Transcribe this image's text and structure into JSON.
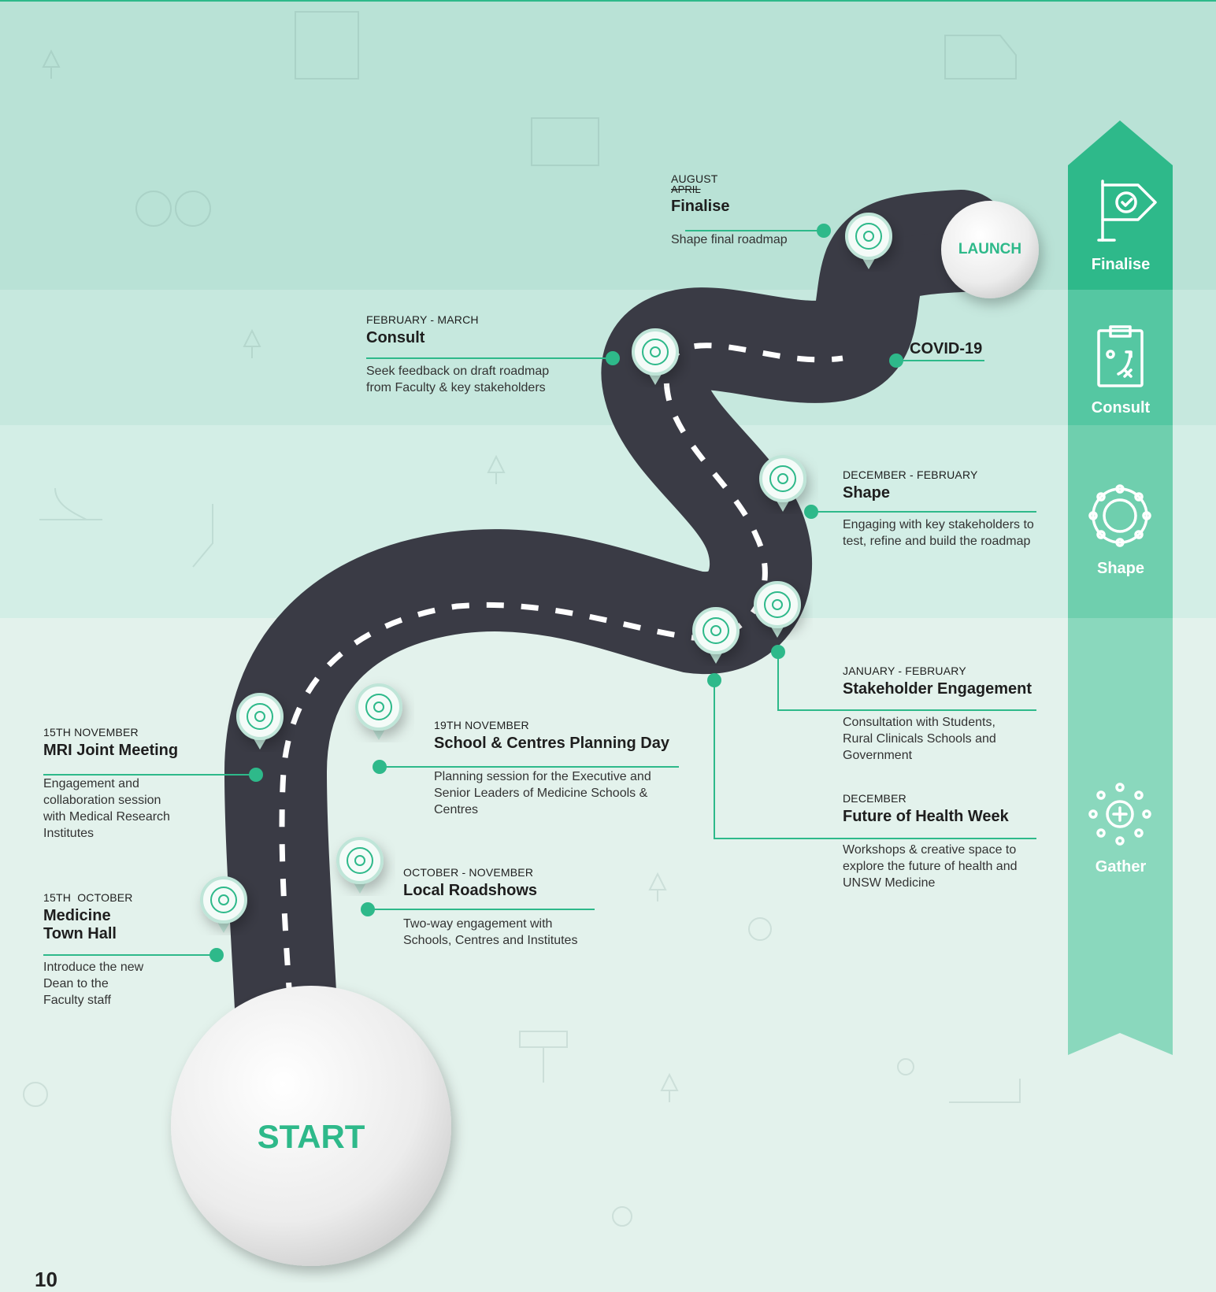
{
  "colors": {
    "accent": "#2eb98a",
    "road": "#3a3b45",
    "band_dark": "#b9e2d6",
    "band_light": "#e3f2ec"
  },
  "start_label": "START",
  "launch_label": "LAUNCH",
  "covid_label": "COVID-19",
  "sidebar": {
    "stages": [
      {
        "label": "Finalise",
        "icon": "flag-check-icon"
      },
      {
        "label": "Consult",
        "icon": "clipboard-strategy-icon"
      },
      {
        "label": "Shape",
        "icon": "network-sphere-icon"
      },
      {
        "label": "Gather",
        "icon": "cross-network-icon"
      }
    ]
  },
  "milestones": {
    "finalise": {
      "date": "AUGUST",
      "struck_date": "APRIL",
      "title": "Finalise",
      "desc": "Shape final roadmap"
    },
    "consult": {
      "date": "FEBRUARY - MARCH",
      "title": "Consult",
      "desc": "Seek feedback on draft roadmap from Faculty & key stakeholders"
    },
    "shape": {
      "date": "DECEMBER - FEBRUARY",
      "title": "Shape",
      "desc": "Engaging with key stakeholders to test, refine and build the roadmap"
    },
    "stakeholder": {
      "date": "JANUARY - FEBRUARY",
      "title": "Stakeholder Engagement",
      "desc": "Consultation with Students, Rural Clinicals Schools and Government"
    },
    "health_week": {
      "date": "DECEMBER",
      "title": "Future of Health Week",
      "desc": "Workshops & creative space to explore the future of health and UNSW Medicine"
    },
    "mri": {
      "date": "15TH NOVEMBER",
      "title": "MRI Joint Meeting",
      "desc": "Engagement and collaboration session with Medical Research Institutes"
    },
    "planning_day": {
      "date": "19TH NOVEMBER",
      "title": "School & Centres Planning Day",
      "desc": "Planning session for the Executive and Senior Leaders of Medicine Schools & Centres"
    },
    "roadshows": {
      "date": "OCTOBER - NOVEMBER",
      "title": "Local Roadshows",
      "desc": "Two-way engagement with Schools, Centres and Institutes"
    },
    "town_hall": {
      "date": "15TH  OCTOBER",
      "title": "Medicine Town Hall",
      "desc": "Introduce the new Dean to the Faculty staff"
    }
  },
  "page_number": "10"
}
